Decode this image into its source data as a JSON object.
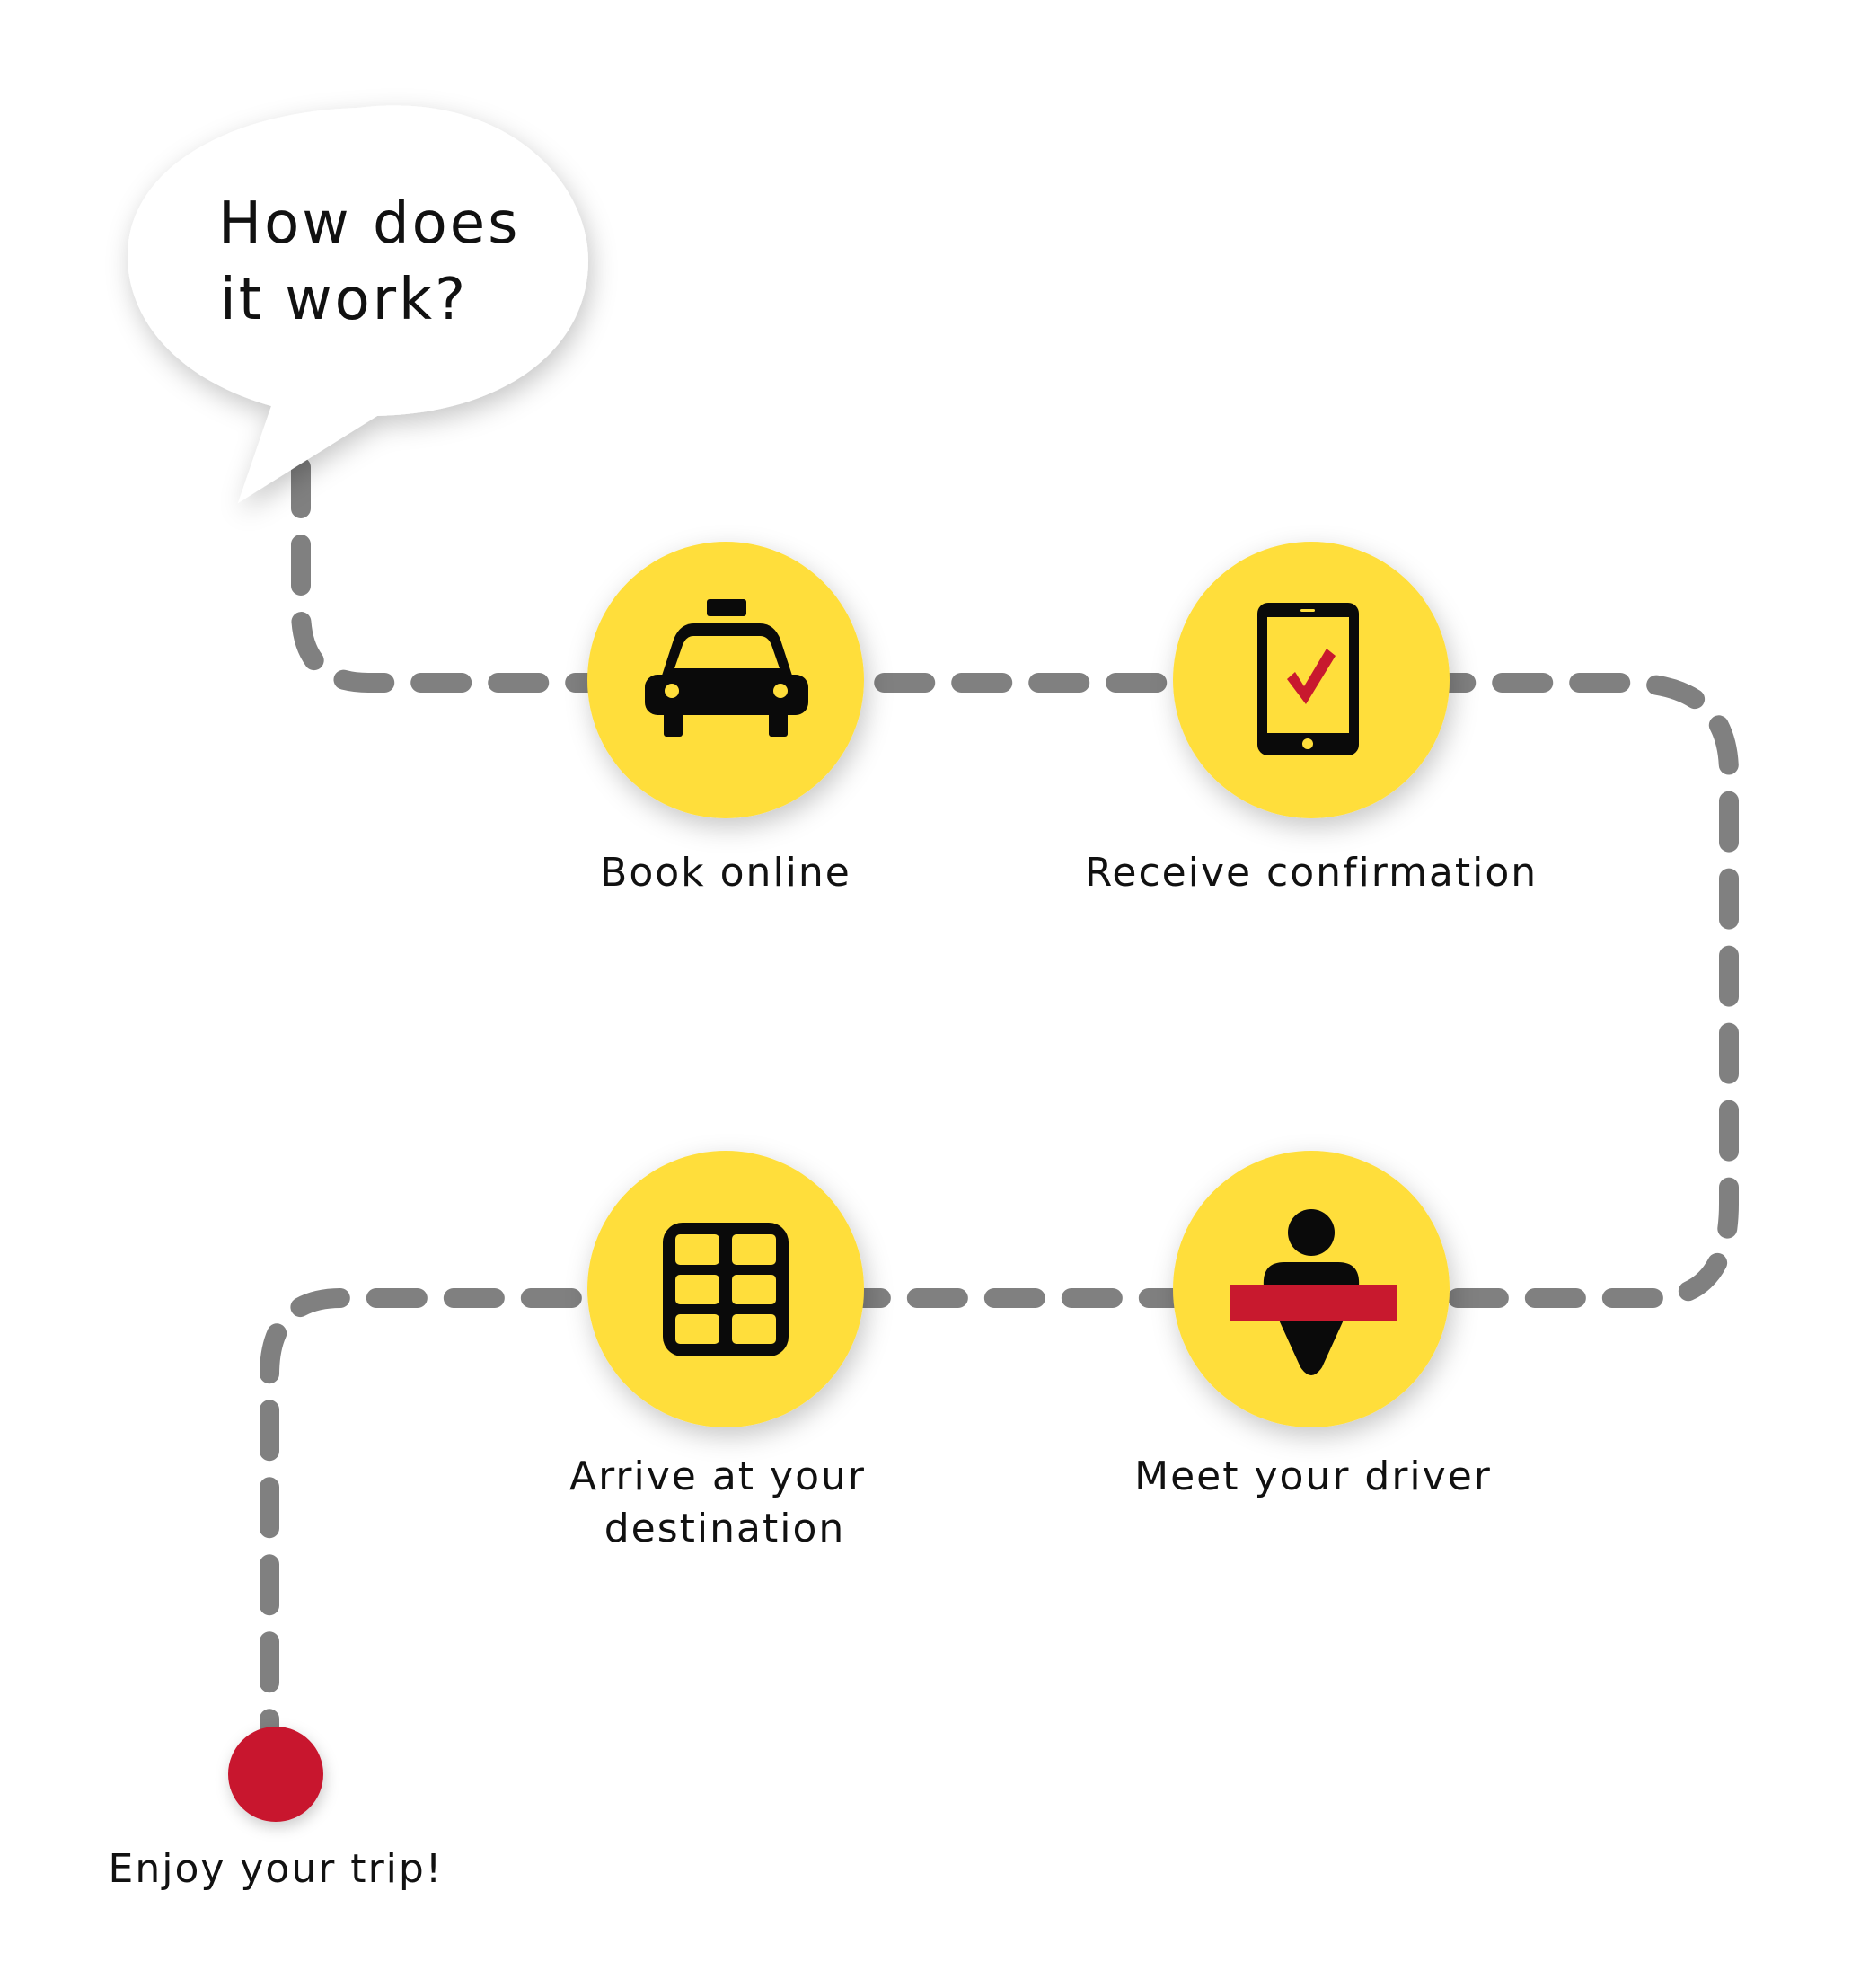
{
  "title": {
    "line1": "How does",
    "line2": "it work?"
  },
  "steps": [
    {
      "label": "Book online",
      "icon": "taxi-icon"
    },
    {
      "label": "Receive confirmation",
      "icon": "phone-check-icon"
    },
    {
      "label": "Meet your driver",
      "icon": "driver-sign-icon"
    },
    {
      "label_line1": "Arrive at your",
      "label_line2": "destination",
      "icon": "grid-icon"
    }
  ],
  "end": {
    "label": "Enjoy your trip!",
    "icon": "end-point-icon"
  },
  "colors": {
    "circle": "#FFDE3B",
    "icon": "#0A0A0A",
    "accent": "#C8192E",
    "path": "#808080",
    "bubble": "#FFFFFF"
  }
}
